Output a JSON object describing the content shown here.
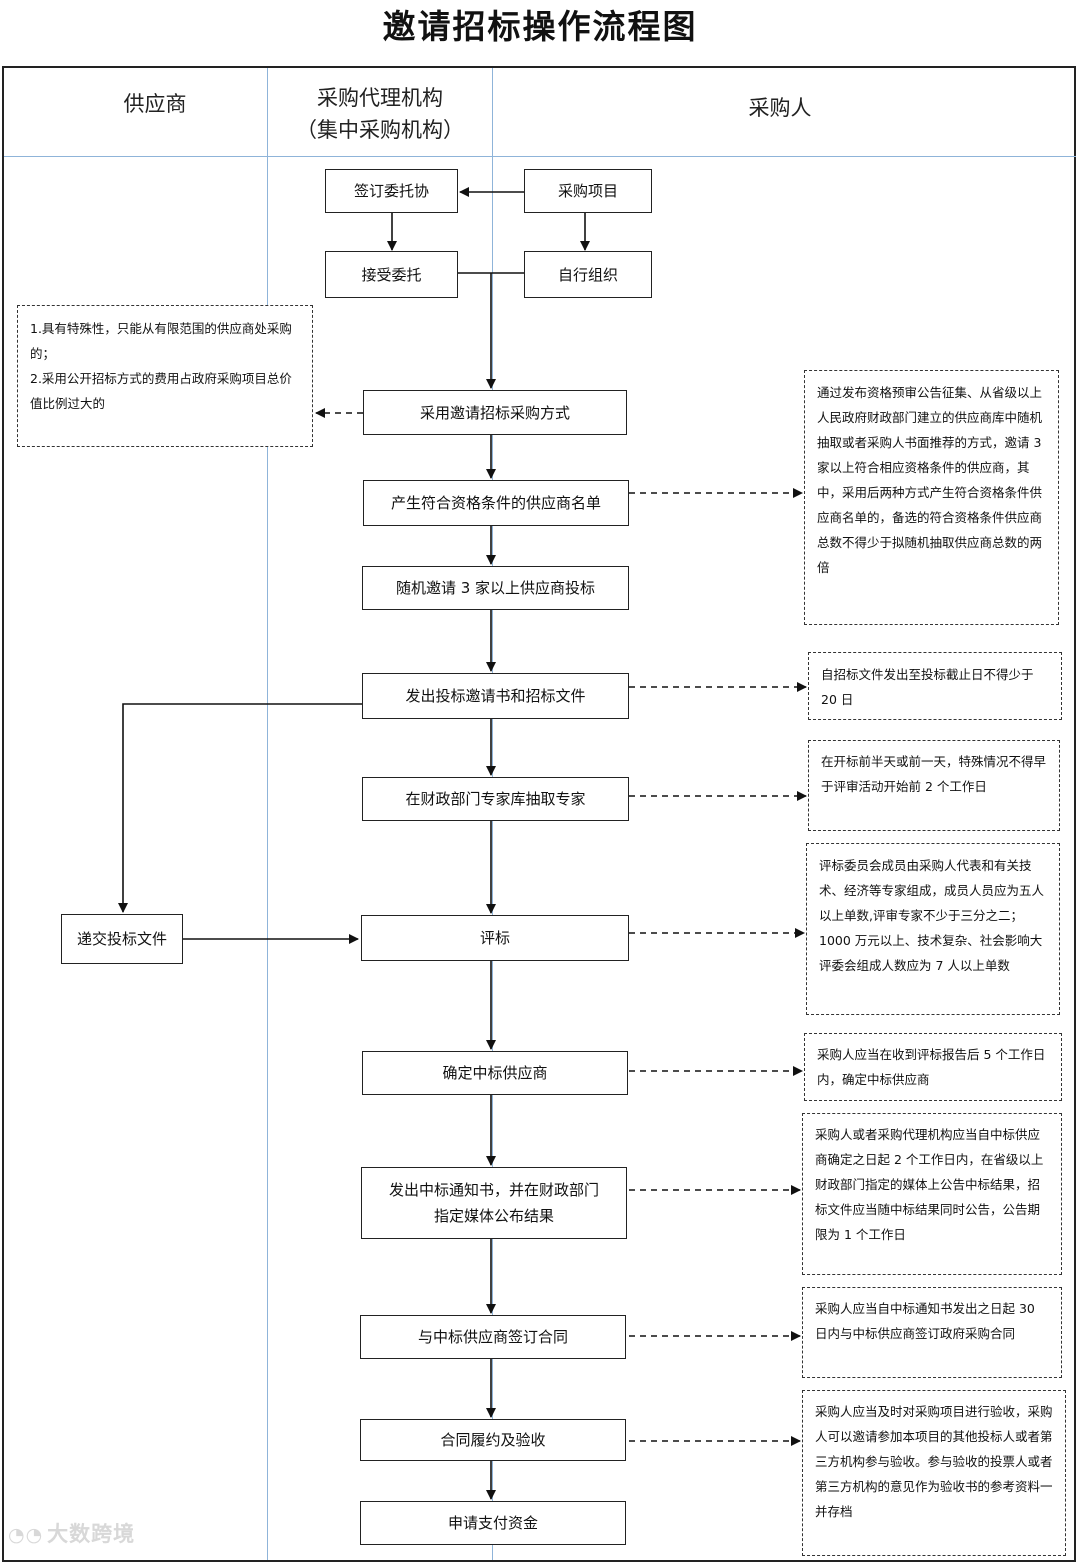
{
  "title": "邀请招标操作流程图",
  "lanes": {
    "supplier": "供应商",
    "agency_line1": "采购代理机构",
    "agency_line2": "（集中采购机构）",
    "purchaser": "采购人"
  },
  "steps": {
    "sign": "签订委托协",
    "project": "采购项目",
    "accept": "接受委托",
    "self": "自行组织",
    "method": "采用邀请招标采购方式",
    "list": "产生符合资格条件的供应商名单",
    "invite": "随机邀请 3 家以上供应商投标",
    "issue": "发出投标邀请书和招标文件",
    "expert": "在财政部门专家库抽取专家",
    "submit": "递交投标文件",
    "evaluate": "评标",
    "winner": "确定中标供应商",
    "notice": "发出中标通知书，并在财政部门\n指定媒体公布结果",
    "contract": "与中标供应商签订合同",
    "accept_check": "合同履约及验收",
    "payment": "申请支付资金"
  },
  "notes": {
    "conditions": "1.具有特殊性，只能从有限范围的供应商处采购的；\n2.采用公开招标方式的费用占政府采购项目总价值比例过大的",
    "list_method": "通过发布资格预审公告征集、从省级以上人民政府财政部门建立的供应商库中随机抽取或者采购人书面推荐的方式，邀请 3 家以上符合相应资格条件的供应商，其中，采用后两种方式产生符合资格条件供应商名单的，备选的符合资格条件供应商总数不得少于拟随机抽取供应商总数的两倍",
    "bid_period": "自招标文件发出至投标截止日不得少于 20 日",
    "expert_time": "在开标前半天或前一天，特殊情况不得早于评审活动开始前 2 个工作日",
    "committee": "评标委员会成员由采购人代表和有关技术、经济等专家组成，成员人员应为五人以上单数,评审专家不少于三分之二；1000 万元以上、技术复杂、社会影响大评委会组成人数应为 7 人以上单数",
    "winner_time": "采购人应当在收到评标报告后 5 个工作日内，确定中标供应商",
    "publish": "采购人或者采购代理机构应当自中标供应商确定之日起 2 个工作日内，在省级以上财政部门指定的媒体上公告中标结果，招标文件应当随中标结果同时公告，公告期限为 1 个工作日",
    "contract_time": "采购人应当自中标通知书发出之日起 30 日内与中标供应商签订政府采购合同",
    "acceptance": "采购人应当及时对采购项目进行验收，采购人可以邀请参加本项目的其他投标人或者第三方机构参与验收。参与验收的投票人或者第三方机构的意见作为验收书的参考资料一并存档"
  },
  "watermark": "大数跨境"
}
